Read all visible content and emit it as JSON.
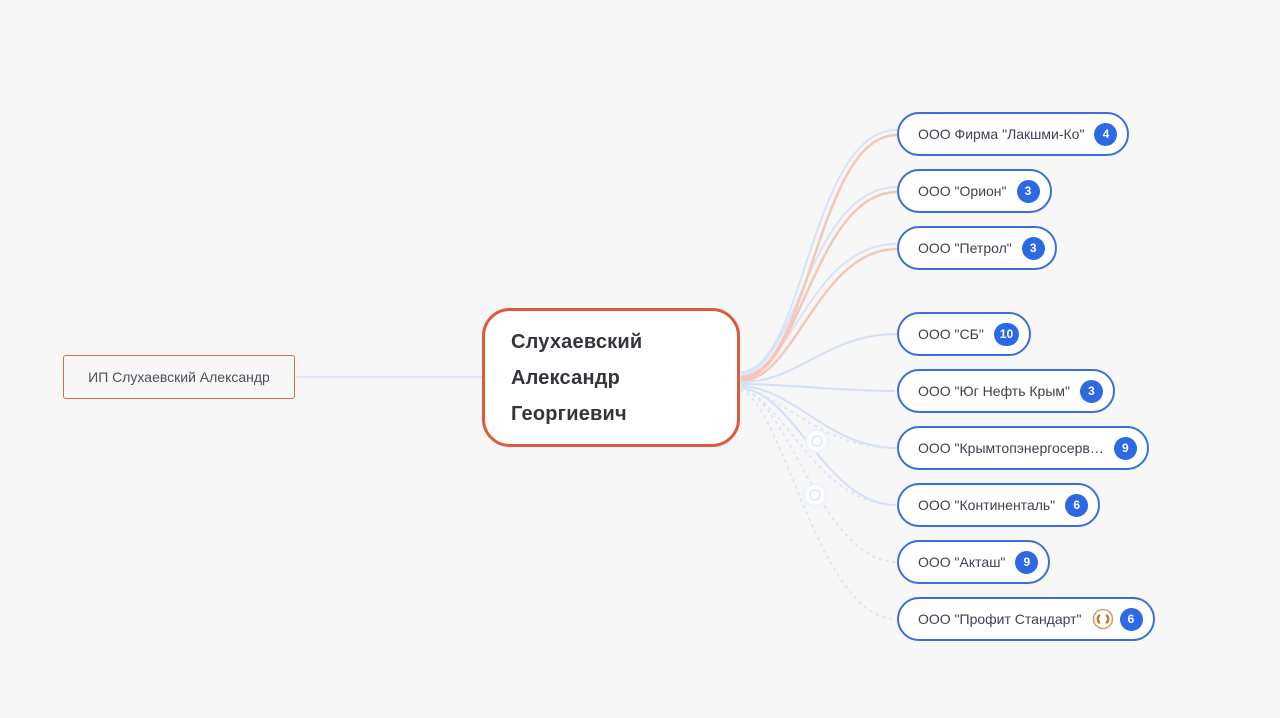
{
  "diagram": {
    "type": "affiliation-mindmap",
    "left_node": {
      "label": "ИП Слухаевский Александр"
    },
    "center_node": {
      "label": "Слухаевский\nАлександр\nГеоргиевич"
    },
    "right_nodes": [
      {
        "label": "ООО Фирма \"Лакшми-Ко\"",
        "count": "4"
      },
      {
        "label": "ООО \"Орион\"",
        "count": "3"
      },
      {
        "label": "ООО \"Петрол\"",
        "count": "3"
      },
      {
        "label": "ООО \"СБ\"",
        "count": "10"
      },
      {
        "label": "ООО \"Юг Нефть Крым\"",
        "count": "3"
      },
      {
        "label": "ООО \"Крымтопэнергосерв…",
        "count": "9"
      },
      {
        "label": "ООО \"Континенталь\"",
        "count": "6"
      },
      {
        "label": "ООО \"Акташ\"",
        "count": "9"
      },
      {
        "label": "ООО \"Профит Стандарт\"",
        "count": "6",
        "status_icon": "liquidation-icon"
      }
    ],
    "colors": {
      "background": "#f7f7f8",
      "center_border": "#dc5b3c",
      "left_border": "#dd6a4a",
      "company_border": "#3a6fd8",
      "badge": "#2c69e2",
      "edge_pink": "#f3c7ba",
      "edge_blue": "#d4e0f6",
      "edge_dashed": "#dde5f4",
      "edge_left": "#e2e5f8",
      "status_icon_ring": "#d0a368"
    }
  }
}
